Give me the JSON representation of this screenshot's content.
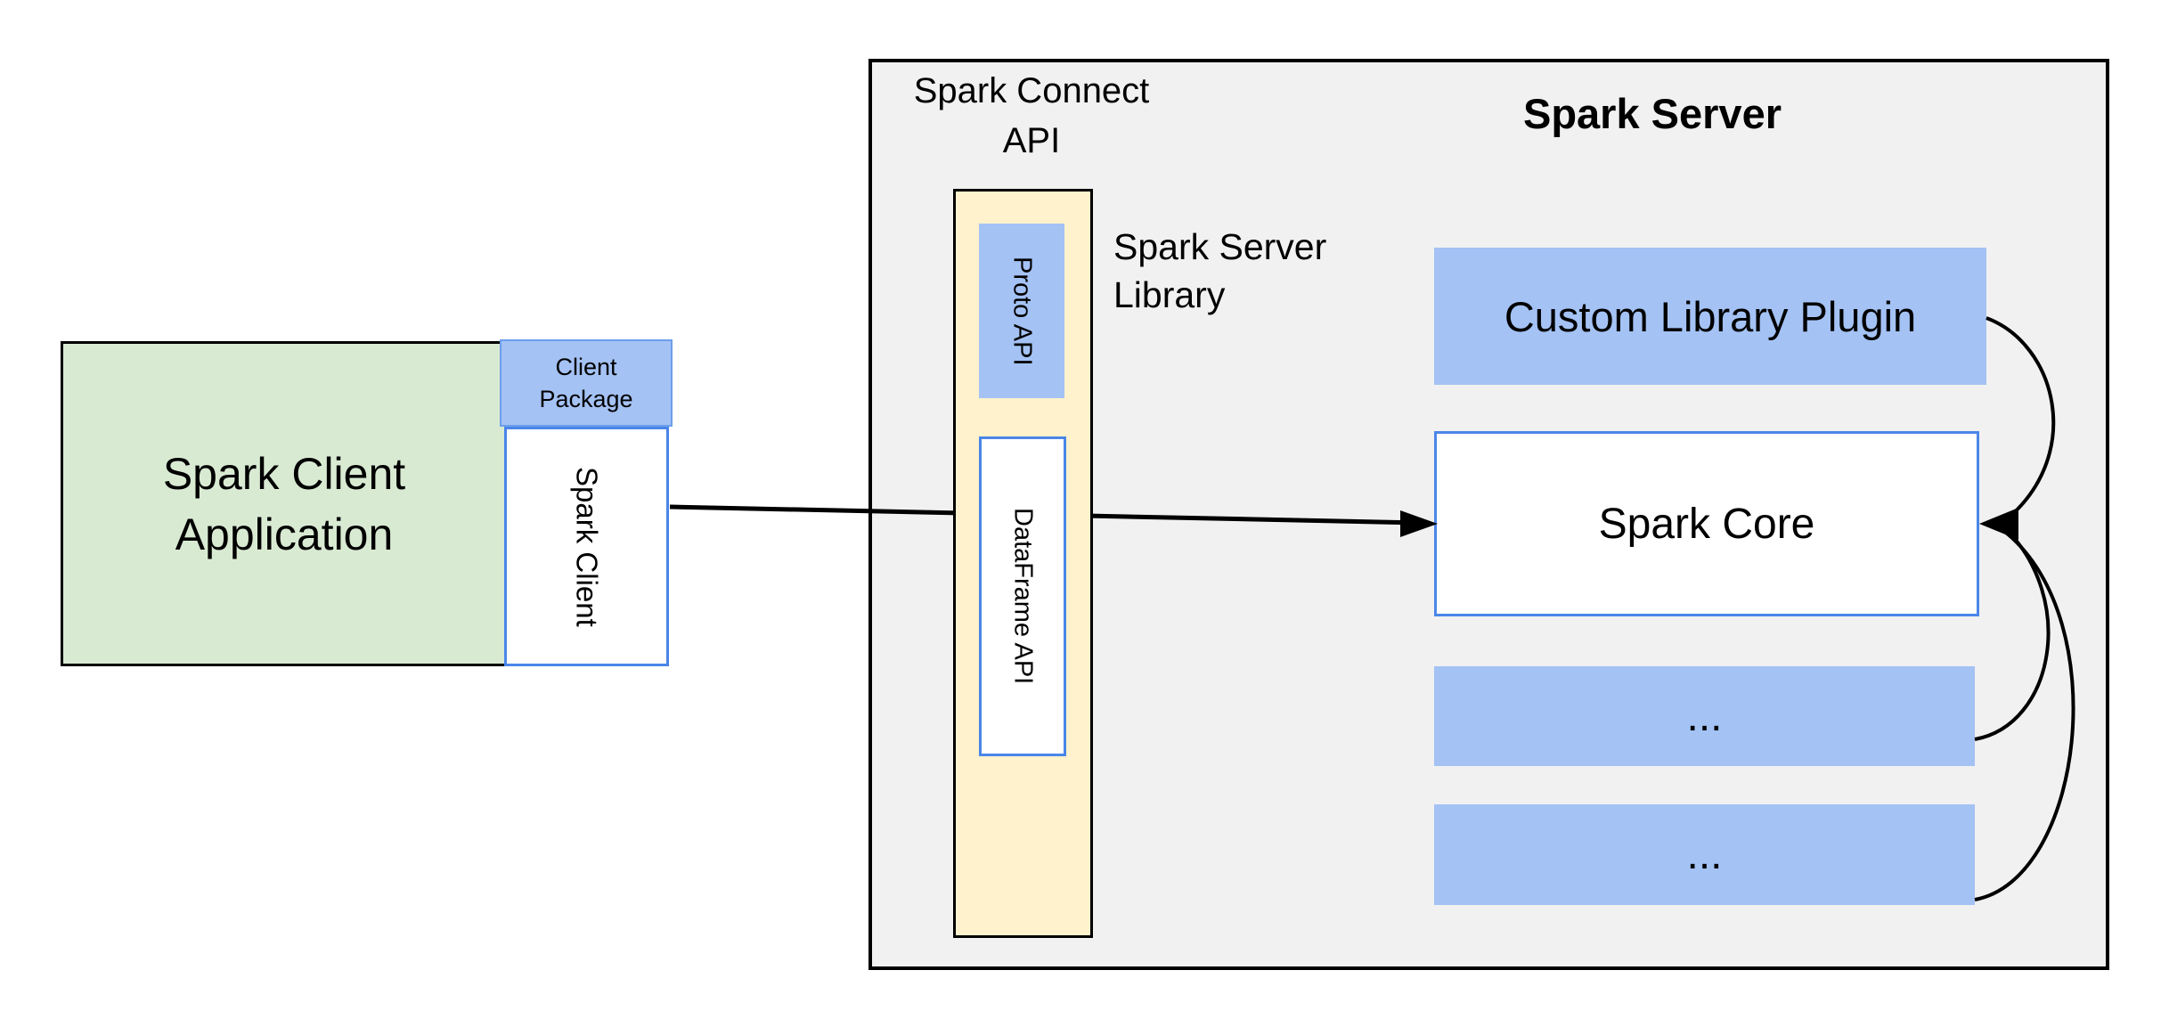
{
  "title": "Spark Connect architecture diagram",
  "colors": {
    "canvas_bg": "#ffffff",
    "server_panel_bg": "#f1f1f2",
    "client_app_fill": "#d9ead3",
    "blue_fill": "#a4c2f4",
    "yellow_fill": "#fff2cc",
    "blue_border": "#4a86e8",
    "outline": "#000000"
  },
  "client": {
    "application_label": "Spark Client Application",
    "package_label": "Client Package",
    "spark_client_label": "Spark Client"
  },
  "connect_api": {
    "label": "Spark Connect API",
    "proto_api_label": "Proto API",
    "dataframe_api_label": "DataFrame API",
    "server_library_label": "Spark Server Library"
  },
  "server": {
    "title": "Spark Server",
    "custom_plugin_label": "Custom Library Plugin",
    "spark_core_label": "Spark Core",
    "plugin_placeholder_1": "...",
    "plugin_placeholder_2": "..."
  }
}
